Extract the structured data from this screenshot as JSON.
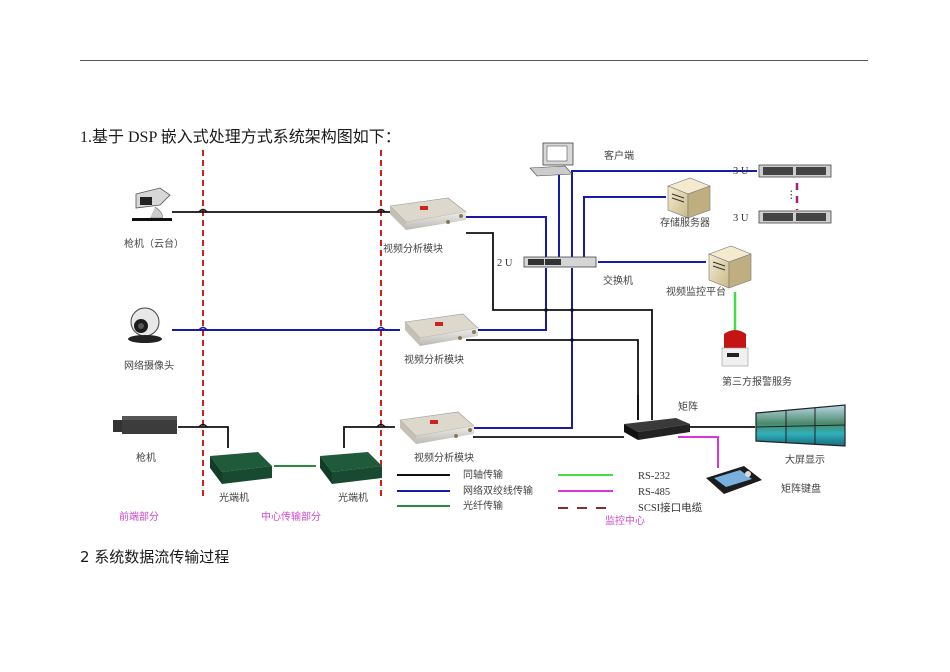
{
  "document": {
    "section1_heading": "1.基于 DSP 嵌入式处理方式系统架构图如下：",
    "section2_heading": "2 系统数据流传输过程"
  },
  "diagram": {
    "devices": {
      "ptz_camera": "枪机（云台）",
      "network_camera": "网络摄像头",
      "bullet_camera": "枪机",
      "analysis_module_1": "视频分析模块",
      "analysis_module_2": "视频分析模块",
      "analysis_module_3": "视频分析模块",
      "optical_transceiver_1": "光端机",
      "optical_transceiver_2": "光端机",
      "client": "客户端",
      "storage_server": "存储服务器",
      "switch": "交换机",
      "switch_unit": "2 U",
      "storage_unit_top": "3 U",
      "storage_unit_bottom": "3 U",
      "monitoring_platform": "视频监控平台",
      "alarm_service": "第三方报警服务",
      "matrix": "矩阵",
      "big_screen": "大屏显示",
      "matrix_keyboard": "矩阵键盘",
      "ellipsis": "⋮"
    },
    "zones": {
      "front_end": "前端部分",
      "center_transmission": "中心传输部分",
      "monitoring_center": "监控中心"
    },
    "legend": [
      {
        "label": "同轴传输",
        "color": "#111111",
        "style": "solid"
      },
      {
        "label": "网络双绞线传输",
        "color": "#1a1aa8",
        "style": "solid"
      },
      {
        "label": "光纤传输",
        "color": "#2a8a3a",
        "style": "solid"
      },
      {
        "label": "RS-232",
        "color": "#44dd44",
        "style": "solid"
      },
      {
        "label": "RS-485",
        "color": "#dd33dd",
        "style": "solid"
      },
      {
        "label": "SCSI接口电缆",
        "color": "#8b2a2a",
        "style": "dashed"
      }
    ],
    "colors": {
      "coax": "#111111",
      "network": "#1a1aa8",
      "fiber": "#2a8a3a",
      "rs232": "#44dd44",
      "rs485": "#dd33dd",
      "scsi": "#a0207a",
      "zone_divider": "#cc2222",
      "zone_label": "#d04ad0"
    }
  }
}
